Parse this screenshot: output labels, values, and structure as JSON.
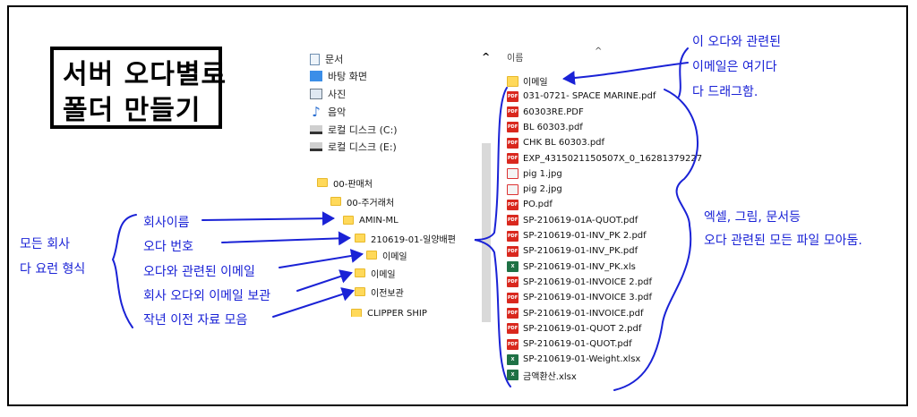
{
  "title": {
    "line1": "서버 오다별로",
    "line2": "폴더 만들기"
  },
  "nav_pane": {
    "items": [
      {
        "label": "문서",
        "icon": "document-icon"
      },
      {
        "label": "바탕 화면",
        "icon": "desktop-icon"
      },
      {
        "label": "사진",
        "icon": "pictures-icon"
      },
      {
        "label": "음악",
        "icon": "music-icon"
      },
      {
        "label": "로컬 디스크 (C:)",
        "icon": "drive-icon"
      },
      {
        "label": "로컬 디스크 (E:)",
        "icon": "drive-icon"
      }
    ],
    "collapse_glyph": "^"
  },
  "folder_tree": [
    {
      "label": "00-판매처"
    },
    {
      "label": "00-주거래처"
    },
    {
      "label": "AMIN-ML"
    },
    {
      "label": "210619-01-일양배편"
    },
    {
      "label": "이메일"
    },
    {
      "label": "이메일"
    },
    {
      "label": "이전보관"
    },
    {
      "label": "CLIPPER SHIP"
    }
  ],
  "file_list": {
    "header": "이름",
    "sort_glyph": "^",
    "items": [
      {
        "name": "이메일",
        "type": "folder"
      },
      {
        "name": "031-0721- SPACE MARINE.pdf",
        "type": "pdf"
      },
      {
        "name": "60303RE.PDF",
        "type": "pdf"
      },
      {
        "name": "BL 60303.pdf",
        "type": "pdf"
      },
      {
        "name": "CHK BL 60303.pdf",
        "type": "pdf"
      },
      {
        "name": "EXP_4315021150507X_0_16281379227",
        "type": "pdf"
      },
      {
        "name": "pig 1.jpg",
        "type": "jpg"
      },
      {
        "name": "pig 2.jpg",
        "type": "jpg"
      },
      {
        "name": "PO.pdf",
        "type": "pdf"
      },
      {
        "name": "SP-210619-01A-QUOT.pdf",
        "type": "pdf"
      },
      {
        "name": "SP-210619-01-INV_PK 2.pdf",
        "type": "pdf"
      },
      {
        "name": "SP-210619-01-INV_PK.pdf",
        "type": "pdf"
      },
      {
        "name": "SP-210619-01-INV_PK.xls",
        "type": "xls"
      },
      {
        "name": "SP-210619-01-INVOICE 2.pdf",
        "type": "pdf"
      },
      {
        "name": "SP-210619-01-INVOICE 3.pdf",
        "type": "pdf"
      },
      {
        "name": "SP-210619-01-INVOICE.pdf",
        "type": "pdf"
      },
      {
        "name": "SP-210619-01-QUOT 2.pdf",
        "type": "pdf"
      },
      {
        "name": "SP-210619-01-QUOT.pdf",
        "type": "pdf"
      },
      {
        "name": "SP-210619-01-Weight.xlsx",
        "type": "xls"
      },
      {
        "name": "금액환산.xlsx",
        "type": "xls"
      }
    ]
  },
  "annotations": {
    "email_note": {
      "line1": "이 오다와 관련된",
      "line2": "이메일은 여기다",
      "line3": "다 드래그함."
    },
    "files_note": {
      "line1": "엑셀, 그림, 문서등",
      "line2": "오다 관련된 모든 파일 모아둠."
    },
    "format_note": {
      "line1": "모든 회사",
      "line2": "다 요런 형식"
    },
    "labels": [
      "회사이름",
      "오다 번호",
      "오다와 관련된 이메일",
      "회사 오다외 이메일 보관",
      "작년 이전 자료 모음"
    ]
  },
  "colors": {
    "annotation": "#1a22d6",
    "folder": "#ffd95a",
    "pdf": "#d9281e",
    "excel": "#1e7145"
  }
}
